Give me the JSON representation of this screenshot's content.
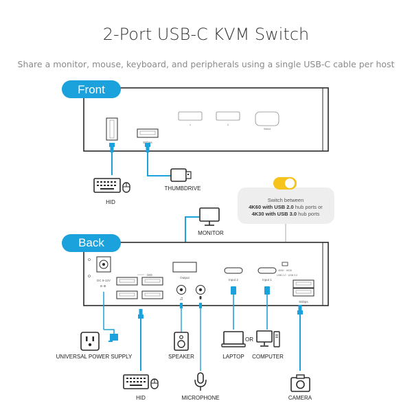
{
  "title": "2-Port USB-C KVM Switch",
  "subtitle": "Share a monitor, mouse, keyboard, and peripherals using a single USB-C cable per host",
  "front": {
    "pill": "Front",
    "port_hid": "HID",
    "port_5gbps": "5Gbps",
    "btn1": "1",
    "btn2": "2",
    "select": "Select",
    "hid_label": "HID",
    "thumbdrive_label": "THUMBDRIVE"
  },
  "switch_note": {
    "line1": "Switch between",
    "line2_bold": "4K60 with USB 2.0",
    "line2_rest": " hub ports or",
    "line3_bold": "4K30 with USB 3.0",
    "line3_rest": " hub ports",
    "switch_color": "#f6c21c"
  },
  "back": {
    "pill": "Back",
    "power_port": "DC 9-12V",
    "hid_port": "HID",
    "output_port": "Output",
    "input2_port": "Input 2",
    "input1_port": "Input 1",
    "usb_mode": "4K60 · 4K30",
    "usb_mode2": "USB 2.0 · USB 3.0",
    "port_5gbps": "5Gbps",
    "monitor_label": "MONITOR",
    "power_label": "UNIVERSAL POWER SUPPLY",
    "hid_label": "HID",
    "speaker_label": "SPEAKER",
    "microphone_label": "MICROPHONE",
    "laptop_label": "LAPTOP",
    "or_label": "OR",
    "computer_label": "COMPUTER",
    "camera_label": "CAMERA"
  },
  "colors": {
    "accent": "#1ba1db",
    "device_outline": "#2a2a2a",
    "panel_fill": "#ffffff",
    "note_bg": "#eeeeee"
  }
}
